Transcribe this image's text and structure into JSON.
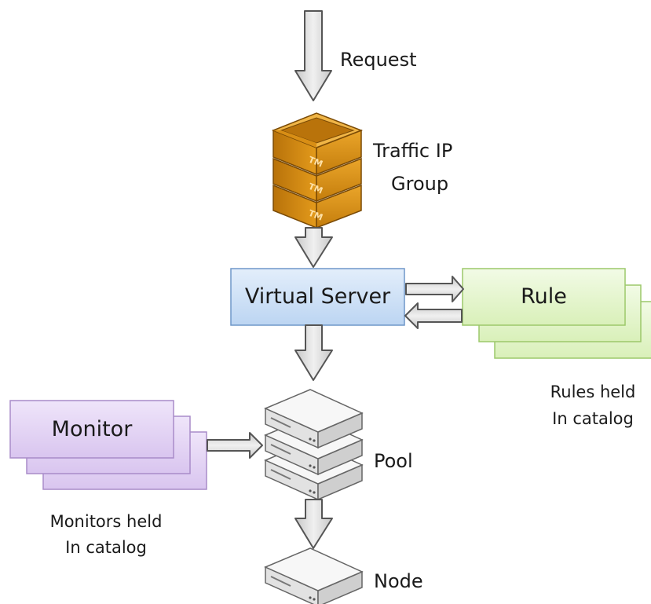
{
  "labels": {
    "request": "Request",
    "traffic_ip_group": [
      "Traffic IP",
      "Group"
    ],
    "virtual_server": "Virtual Server",
    "rule": "Rule",
    "rules_caption": [
      "Rules held",
      "In catalog"
    ],
    "monitor": "Monitor",
    "monitors_caption": [
      "Monitors held",
      "In catalog"
    ],
    "pool": "Pool",
    "node": "Node",
    "tm_mark": "TM"
  },
  "colors": {
    "arrow_fill": "#d9d9d9",
    "arrow_stroke": "#555555",
    "virtual_server_fill": "#cfe2f7",
    "virtual_server_stroke": "#6f97c9",
    "rule_fill": "#e4f6c9",
    "rule_stroke": "#9cc86a",
    "monitor_fill": "#e3d3f3",
    "monitor_stroke": "#a98cc9",
    "tm_orange": "#e39a1b",
    "tm_dark": "#8a5606",
    "server_fill": "#f4f4f4",
    "server_stroke": "#666666"
  }
}
